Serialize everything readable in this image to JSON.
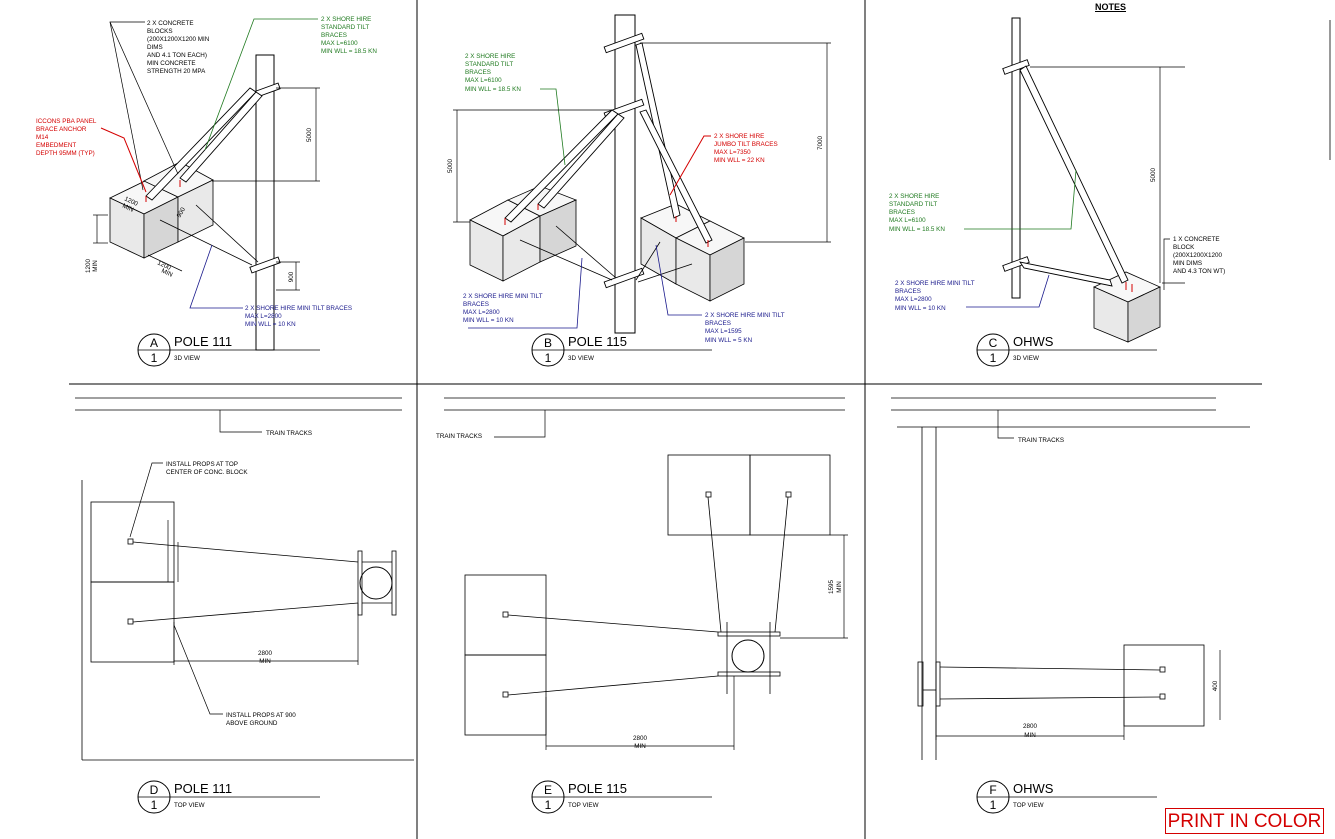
{
  "notes_heading": "NOTES",
  "print_badge": "PRINT IN COLOR",
  "colors": {
    "green": "#1f7a1f",
    "red": "#d40000",
    "blue": "#1a1a8c",
    "border": "#000000"
  },
  "views": {
    "a": {
      "letter": "A",
      "number": "1",
      "title": "POLE 111",
      "subtitle": "3D VIEW"
    },
    "b": {
      "letter": "B",
      "number": "1",
      "title": "POLE 115",
      "subtitle": "3D VIEW"
    },
    "c": {
      "letter": "C",
      "number": "1",
      "title": "OHWS",
      "subtitle": "3D VIEW"
    },
    "d": {
      "letter": "D",
      "number": "1",
      "title": "POLE 111",
      "subtitle": "TOP VIEW"
    },
    "e": {
      "letter": "E",
      "number": "1",
      "title": "POLE 115",
      "subtitle": "TOP VIEW"
    },
    "f": {
      "letter": "F",
      "number": "1",
      "title": "OHWS",
      "subtitle": "TOP VIEW"
    }
  },
  "a": {
    "blocks_note": [
      "2 X CONCRETE",
      "BLOCKS",
      "(200X1200X1200 MIN",
      "DIMS",
      "AND 4.1 TON EACH)",
      "MIN CONCRETE",
      "STRENGTH 20 MPA"
    ],
    "std_note": [
      "2 X SHORE HIRE",
      "STANDARD TILT",
      "BRACES",
      "MAX L=6100",
      "MIN WLL = 18.5 KN"
    ],
    "anchor_note": [
      "ICCONS PBA PANEL",
      "BRACE ANCHOR",
      "M14",
      "EMBEDMENT",
      "DEPTH 95MM (TYP)"
    ],
    "mini_note": [
      "2 X SHORE HIRE MINI TILT BRACES",
      "MAX L=2800",
      "MIN WLL = 10 KN"
    ],
    "dims": {
      "h_upper": "5000",
      "h_lower": "900",
      "blk_a": "1200",
      "blk_b": "MIN",
      "blk_c": "900",
      "base_a": "1200",
      "base_b": "MIN",
      "left_a": "1200",
      "left_b": "MIN"
    }
  },
  "b": {
    "std_note": [
      "2 X SHORE HIRE",
      "STANDARD TILT",
      "BRACES",
      "MAX L=6100",
      "MIN WLL = 18.5 KN"
    ],
    "jumbo_note": [
      "2 X SHORE HIRE",
      "JUMBO TILT BRACES",
      "MAX L=7350",
      "MIN WLL = 22 KN"
    ],
    "mini_left_note": [
      "2 X SHORE HIRE MINI TILT",
      "BRACES",
      "MAX L=2800",
      "MIN WLL = 10 KN"
    ],
    "mini_right_note": [
      "2 X SHORE HIRE MINI TILT",
      "BRACES",
      "MAX L=1595",
      "MIN WLL = 5 KN"
    ],
    "dims": {
      "h_left": "5000",
      "h_right": "7000"
    }
  },
  "c": {
    "std_note": [
      "2 X SHORE HIRE",
      "STANDARD TILT",
      "BRACES",
      "MAX L=6100",
      "MIN WLL = 18.5 KN"
    ],
    "mini_note": [
      "2 X SHORE HIRE MINI TILT",
      "BRACES",
      "MAX L=2800",
      "MIN WLL = 10 KN"
    ],
    "block_note": [
      "1 X CONCRETE",
      "BLOCK",
      "(200X1200X1200",
      "MIN DIMS",
      "AND 4.3 TON WT)"
    ],
    "dims": {
      "h": "5000"
    }
  },
  "d": {
    "tracks": "TRAIN TRACKS",
    "top_note": [
      "INSTALL PROPS AT TOP",
      "CENTER OF CONC. BLOCK"
    ],
    "bottom_note": [
      "INSTALL PROPS AT 900",
      "ABOVE GROUND"
    ],
    "dim_a": "2800",
    "dim_b": "MIN"
  },
  "e": {
    "tracks": "TRAIN TRACKS",
    "dim_a": "2800",
    "dim_b": "MIN",
    "dim_v_a": "1595",
    "dim_v_b": "MIN"
  },
  "f": {
    "tracks": "TRAIN TRACKS",
    "dim_a": "2800",
    "dim_b": "MIN",
    "dim_v": "400"
  }
}
